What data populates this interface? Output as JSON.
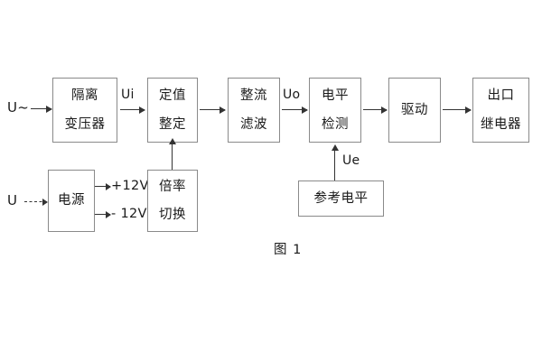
{
  "figure": {
    "caption": "图 1",
    "border_color": "#8a8a8a",
    "line_color": "#333333",
    "text_color": "#1a1a1a",
    "background": "#ffffff"
  },
  "inputs": {
    "ac_source": "U~",
    "dc_source": "U"
  },
  "signals": {
    "ui": "Ui",
    "uo": "Uo",
    "ue": "Ue",
    "pos12": "+12V",
    "neg12": "- 12V"
  },
  "blocks": [
    {
      "id": "isolation-transformer",
      "lines": [
        "隔离",
        "变压器"
      ]
    },
    {
      "id": "setting-value",
      "lines": [
        "定值",
        "整定"
      ]
    },
    {
      "id": "rectify-filter",
      "lines": [
        "整流",
        "滤波"
      ]
    },
    {
      "id": "level-detection",
      "lines": [
        "电平",
        "检测"
      ]
    },
    {
      "id": "drive",
      "lines": [
        "驱动"
      ]
    },
    {
      "id": "output-relay",
      "lines": [
        "出口",
        "继电器"
      ]
    },
    {
      "id": "power-supply",
      "lines": [
        "电源"
      ]
    },
    {
      "id": "multiplier-switch",
      "lines": [
        "倍率",
        "切换"
      ]
    },
    {
      "id": "reference-level",
      "lines": [
        "参考电平"
      ]
    }
  ]
}
